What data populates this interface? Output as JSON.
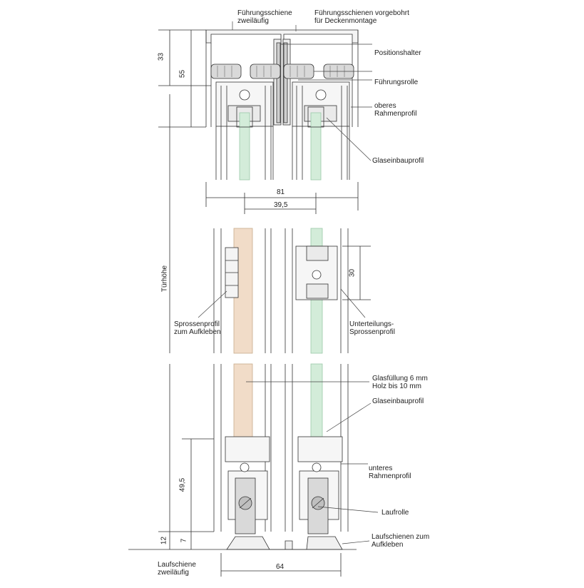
{
  "labels": {
    "fuehrungsschiene_top": "Führungsschiene\nzweiläufig",
    "fuehrungsschienen_vorgebohrt": "Führungsschienen vorgebohrt\nfür Deckenmontage",
    "positionshalter": "Positionshalter",
    "fuehrungsrolle": "Führungsrolle",
    "oberes_rahmenprofil": "oberes\nRahmenprofil",
    "glaseinbauprofil_top": "Glaseinbauprofil",
    "sprossenprofil": "Sprossenprofil\nzum Aufkleben",
    "unterteilungs_sprossenprofil": "Unterteilungs-\nSprossenprofil",
    "glasfuellung": "Glasfüllung 6 mm\nHolz bis 10 mm",
    "glaseinbauprofil_bottom": "Glaseinbauprofil",
    "unteres_rahmenprofil": "unteres\nRahmenprofil",
    "laufrolle": "Laufrolle",
    "laufschienen_aufkleben": "Laufschienen zum\nAufkleben",
    "laufschiene_zweilaeufig": "Laufschiene\nzweiläufig",
    "tuerhoehe": "Türhöhe"
  },
  "dimensions": {
    "d33": "33",
    "d55": "55",
    "d81": "81",
    "d39_5": "39,5",
    "d30": "30",
    "d49_5": "49,5",
    "d12": "12",
    "d7": "7",
    "d64": "64"
  },
  "colors": {
    "glass": "#d3ecd9",
    "glass_edge": "#9cc9a8",
    "wood": "#f1dcc8",
    "profile": "#f4f4f4",
    "roller": "#d9d9d9",
    "line": "#333333"
  }
}
